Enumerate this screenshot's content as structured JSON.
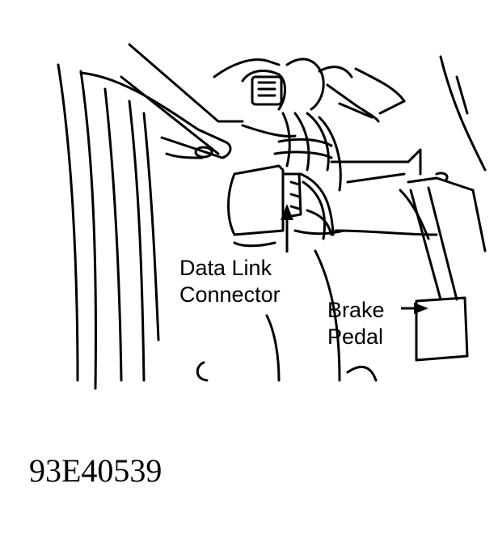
{
  "labels": {
    "data_link_line1": "Data Link",
    "data_link_line2": "Connector",
    "brake_line1": "Brake",
    "brake_line2": "Pedal"
  },
  "figure_code": "93E40539",
  "colors": {
    "ink": "#000000",
    "paper": "#ffffff"
  }
}
